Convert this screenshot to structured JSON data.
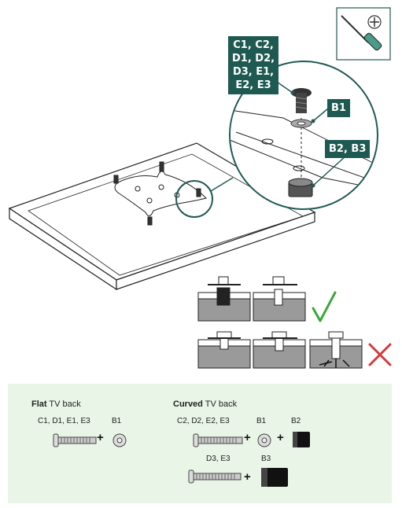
{
  "callouts": {
    "screw_tag": "C1, C2,\nD1, D2,\nD3, E1,\nE2, E3",
    "washer_tag": "B1",
    "spacer_tag": "B2, B3"
  },
  "icons": {
    "tool": "phillips-screwdriver-icon",
    "check": "check-icon",
    "cross": "cross-icon"
  },
  "colors": {
    "tag_bg": "#1f5a52",
    "check": "#3aa83a",
    "cross": "#d63a3a",
    "panel_bg": "#e9f5e6"
  },
  "flat": {
    "title_bold": "Flat",
    "title_rest": " TV back",
    "screw_label": "C1, D1, E1, E3",
    "washer_label": "B1",
    "plus": "+"
  },
  "curved": {
    "title_bold": "Curved",
    "title_rest": " TV back",
    "row1_screw_label": "C2, D2, E2, E3",
    "row1_washer_label": "B1",
    "row1_spacer_label": "B2",
    "row2_screw_label": "D3, E3",
    "row2_spacer_label": "B3",
    "plus": "+"
  }
}
